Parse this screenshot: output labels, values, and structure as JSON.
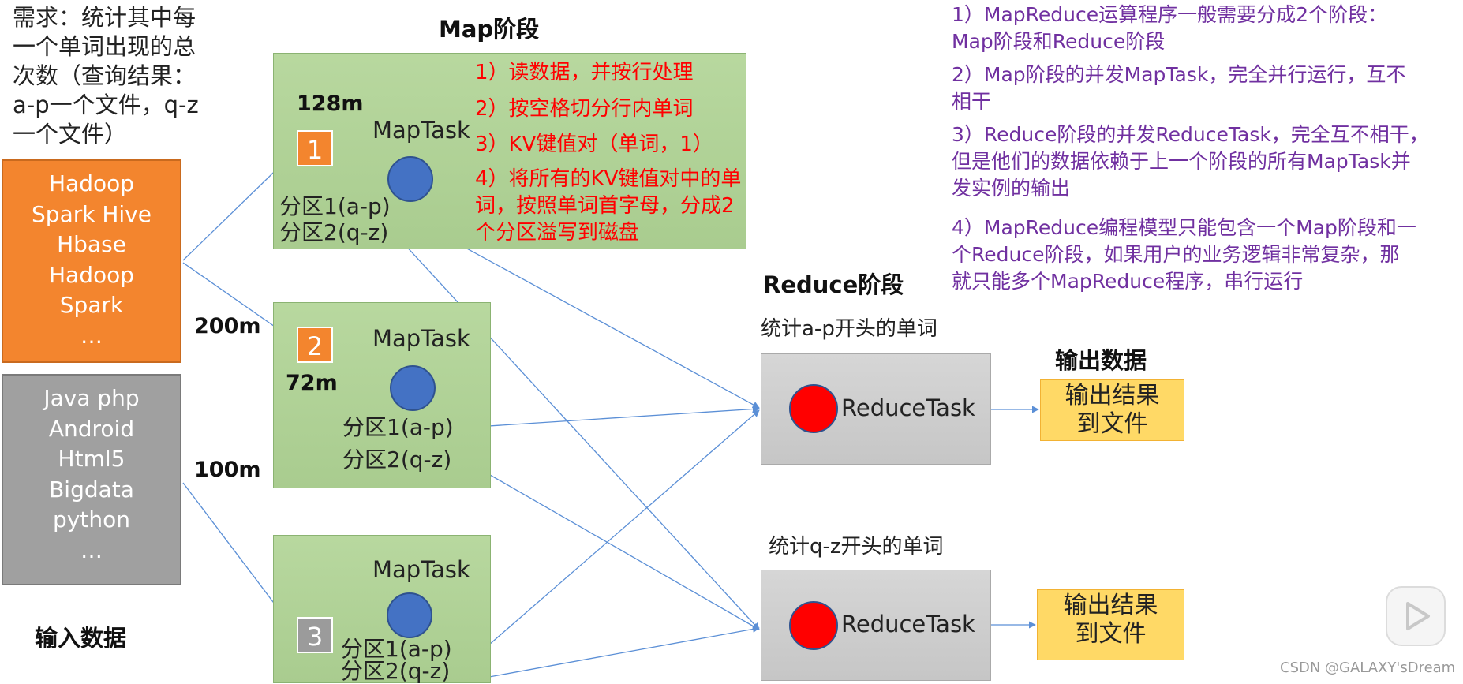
{
  "requirement": {
    "lines": [
      "需求：统计其中每",
      "一个单词出现的总",
      "次数（查询结果：",
      "a-p一个文件，q-z",
      "一个文件）"
    ]
  },
  "input": {
    "title": "输入数据",
    "file1_words": [
      "Hadoop",
      "Spark Hive",
      "Hbase",
      "Hadoop",
      "Spark",
      "…"
    ],
    "file2_words": [
      "Java php",
      "Android",
      "Html5",
      "Bigdata",
      "python",
      "…"
    ],
    "file1_size": "200m",
    "file2_size": "100m"
  },
  "map_stage": {
    "title": "Map阶段",
    "task_label": "MapTask",
    "tasks": [
      {
        "number": "1",
        "size": "128m",
        "partition1": "分区1(a-p)",
        "partition2": "分区2(q-z)"
      },
      {
        "number": "2",
        "size": "72m",
        "partition1": "分区1(a-p)",
        "partition2": "分区2(q-z)"
      },
      {
        "number": "3",
        "partition1": "分区1(a-p)",
        "partition2": "分区2(q-z)"
      }
    ],
    "steps": [
      "1）读数据，并按行处理",
      "2）按空格切分行内单词",
      "3）KV键值对（单词，1）",
      "4）将所有的KV键值对中的单",
      "词，按照单词首字母，分成2",
      "个分区溢写到磁盘"
    ]
  },
  "reduce_stage": {
    "title": "Reduce阶段",
    "task_label": "ReduceTask",
    "tasks": [
      {
        "caption": "统计a-p开头的单词"
      },
      {
        "caption": "统计q-z开头的单词"
      }
    ]
  },
  "output": {
    "title": "输出数据",
    "result_line1": "输出结果",
    "result_line2": "到文件"
  },
  "notes": [
    [
      "1）MapReduce运算程序一般需要分成2个阶段：",
      "Map阶段和Reduce阶段"
    ],
    [
      "2）Map阶段的并发MapTask，完全并行运行，互不",
      "相干"
    ],
    [
      "3）Reduce阶段的并发ReduceTask，完全互不相干，",
      "但是他们的数据依赖于上一个阶段的所有MapTask并",
      "发实例的输出"
    ],
    [
      "4）MapReduce编程模型只能包含一个Map阶段和一",
      "个Reduce阶段，如果用户的业务逻辑非常复杂，那",
      "就只能多个MapReduce程序，串行运行"
    ]
  ],
  "colors": {
    "arrow": "#5b8fd6",
    "note_purple": "#7030a0",
    "step_red": "#ff0000",
    "input_orange": "#f3852e",
    "input_gray": "#a0a0a0",
    "map_green": "#b3d49a",
    "reduce_gray": "#d0d0d0",
    "output_yellow": "#ffd966"
  },
  "watermark": "CSDN @GALAXY'sDream"
}
